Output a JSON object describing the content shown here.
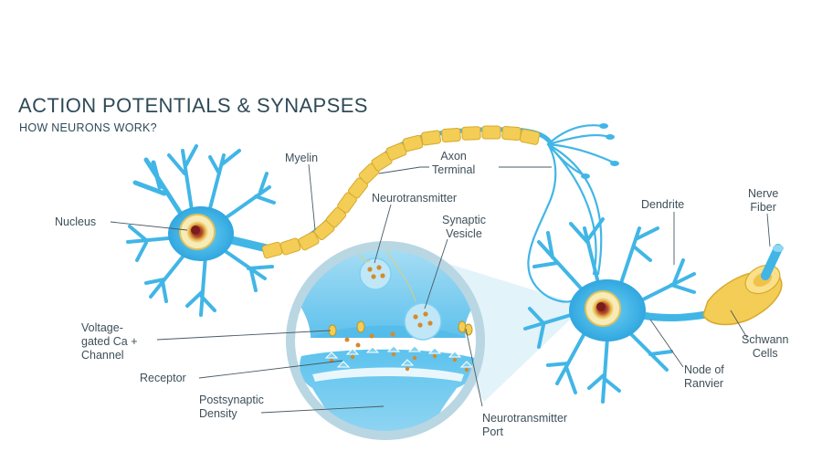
{
  "title": "ACTION POTENTIALS & SYNAPSES",
  "subtitle": "HOW NEURONS WORK?",
  "labels": {
    "nucleus": "Nucleus",
    "myelin": "Myelin",
    "axon_terminal": "Axon\nTerminal",
    "neurotransmitter": "Neurotransmitter",
    "synaptic_vesicle": "Synaptic\nVesicle",
    "dendrite": "Dendrite",
    "nerve_fiber": "Nerve\nFiber",
    "voltage_gated_channel": "Voltage-\ngated Ca +\nChannel",
    "receptor": "Receptor",
    "postsynaptic_density": "Postsynaptic\nDensity",
    "neurotransmitter_port": "Neurotransmitter\nPort",
    "node_of_ranvier": "Node of\nRanvier",
    "schwann_cells": "Schwann\nCells"
  },
  "colors": {
    "neuron": "#41b6e6",
    "neuron_dark": "#1f95d0",
    "myelin": "#f3cd55",
    "myelin_edge": "#d8a92c",
    "lens_ring": "#b9d6e3",
    "lens_fill": "#eaf6fb",
    "nucleus": "#9b2b2b",
    "text": "#3d4f59",
    "title": "#2f4a57"
  }
}
